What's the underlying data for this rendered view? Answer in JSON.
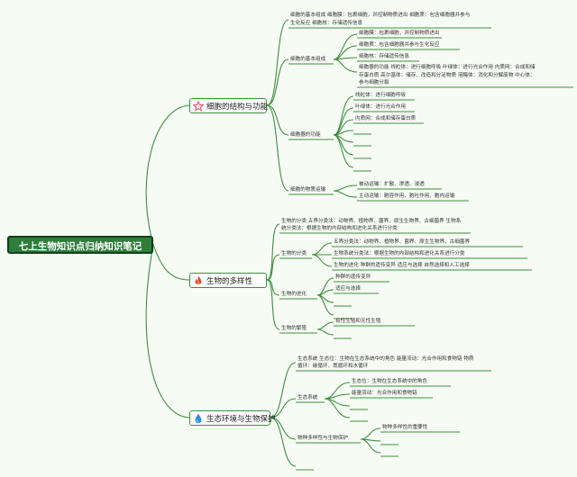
{
  "root": "七上生物知识点归纳知识笔记",
  "branches": [
    {
      "label": "细胞的结构与功能",
      "icon": "star-icon"
    },
    {
      "label": "生物的多样性",
      "icon": "flame-icon"
    },
    {
      "label": "生态环境与生物保护",
      "icon": "water-drop-icon"
    }
  ],
  "b1": {
    "summary_line1": "细胞的基本组成 细胞膜：包裹细胞，并控制物质进出 细胞质：包含细胞器并参与",
    "summary_line2": "生化反应 细胞核：存储遗传信息",
    "basic": "细胞的基本组成",
    "basic_items": [
      "细胞膜：包裹细胞，并控制物质进出",
      "细胞质：包含细胞器并参与生化反应",
      "细胞核：存储遗传信息"
    ],
    "organelle_line1": "细胞器的功能 线粒体：进行细胞呼吸 叶绿体：进行光合作用 内质网：合成和储",
    "organelle_line2": "存蛋白质 高尔基体：储存、改造和分泌物质 溶酶体：消化和分解废物 中心体：",
    "organelle_line3": "参与细胞分裂",
    "func": "细胞器的功能",
    "func_items": [
      "线粒体：进行细胞呼吸",
      "叶绿体：进行光合作用",
      "内质网：合成和储存蛋白质"
    ],
    "transport": "细胞的物质运输",
    "transport_items": [
      "被动运输：扩散、渗透、浸透",
      "主动运输：胞吞作用、胞吐作用、胞内运输"
    ]
  },
  "b2": {
    "summary_line1": "生物的分类 五界分类法：动物界、植物界、菌界、原生生物界、古细菌界 生物系",
    "summary_line2": "统分类法：根据生物的内部结构和进化关系进行分类",
    "classify": "生物的分类",
    "classify_items": [
      "五界分类法：动物界、植物界、菌界、原生生物界、古细菌界",
      "生物系统分类法：根据生物的内部结构和进化关系进行分类",
      "生物的进化 种群的遗传变异 适应与选择 自然选择和人工选择"
    ],
    "evolution": "生物的进化",
    "evolution_items": [
      "种群的遗传变异",
      "适应与选择"
    ],
    "reproduction": "生物的繁殖",
    "reproduction_items": [
      "有性生殖和无性生殖"
    ]
  },
  "b3": {
    "summary_line1": "生态系统 生态位：生物在生态系统中的角色 能量流动：光合作用和食物链 物质",
    "summary_line2": "循环：碳循环、氮循环和水循环",
    "eco": "生态系统",
    "eco_items": [
      "生态位：生物在生态系统中的角色",
      "能量流动：光合作用和食物链"
    ],
    "bio": "物种多样性与生物保护",
    "bio_items": [
      "物种多样性的重要性"
    ]
  },
  "colors": {
    "line": "#3d8f3d",
    "root_bg": "#2e7d3a"
  }
}
